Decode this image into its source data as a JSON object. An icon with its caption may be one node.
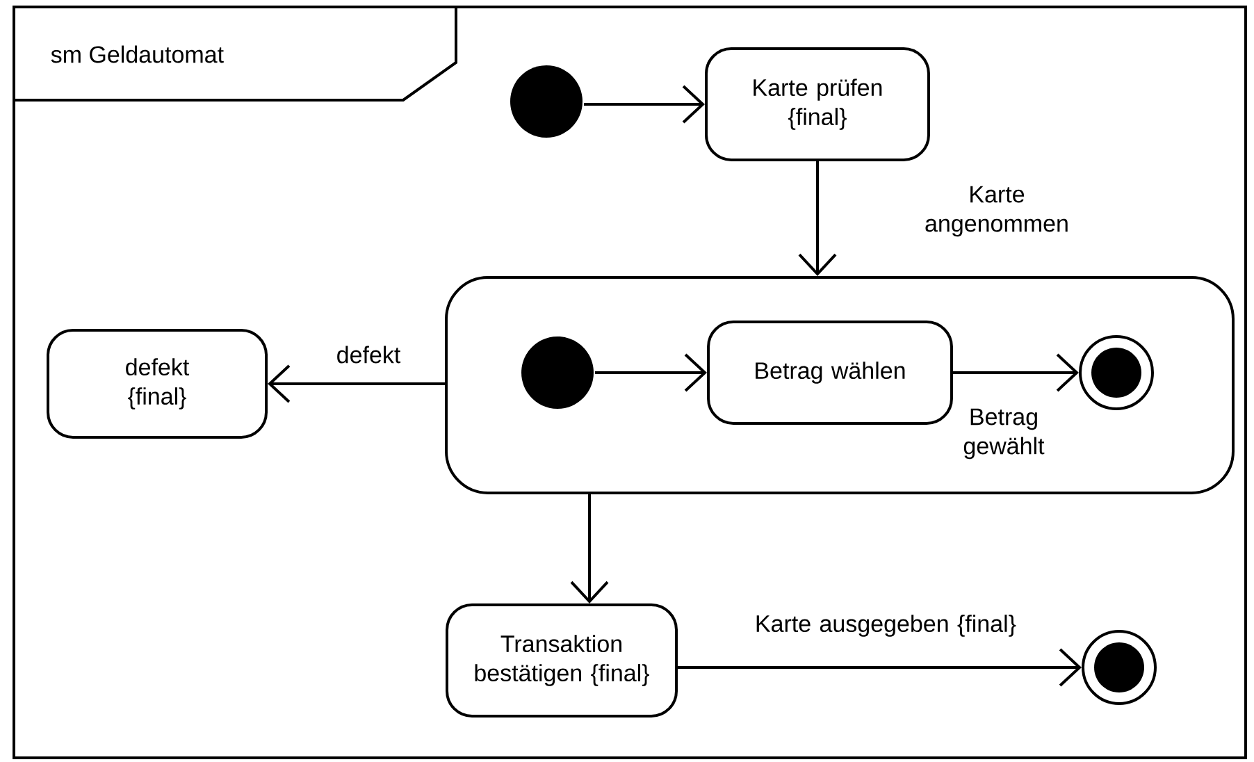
{
  "diagram": {
    "nodes": [
      {
        "text": [
          "sm Geldautomat"
        ]
      },
      {
        "text": [],
        "shape": "circle",
        "in": 0
      },
      {
        "text": [
          "Karte prüfen {final}"
        ],
        "in": 0
      },
      {
        "text": [],
        "shape": "box",
        "in": 0
      },
      {
        "text": [],
        "shape": "circle",
        "in": 3
      },
      {
        "text": [
          "Betrag wählen"
        ],
        "in": 3
      },
      {
        "text": [],
        "shape": "circle",
        "in": 3
      },
      {
        "text": [
          "defekt {final}"
        ],
        "in": 0
      },
      {
        "text": [
          "Transaktion bestätigen {final}"
        ],
        "in": 0
      },
      {
        "text": [],
        "shape": "circle",
        "in": 0
      }
    ],
    "edges": [
      {
        "from": 1,
        "to": 2,
        "arrow": "to"
      },
      {
        "from": 2,
        "to": 3,
        "arrow": "to",
        "label": "Karte angenommen"
      },
      {
        "from": 4,
        "to": 5,
        "arrow": "to"
      },
      {
        "from": 5,
        "to": 6,
        "arrow": "to",
        "label": "Betrag gewählt"
      },
      {
        "from": 3,
        "to": 7,
        "arrow": "to",
        "label": "defekt"
      },
      {
        "from": 3,
        "to": 8,
        "arrow": "to"
      },
      {
        "from": 8,
        "to": 9,
        "arrow": "to",
        "label": "Karte ausgegeben {final}"
      }
    ]
  }
}
